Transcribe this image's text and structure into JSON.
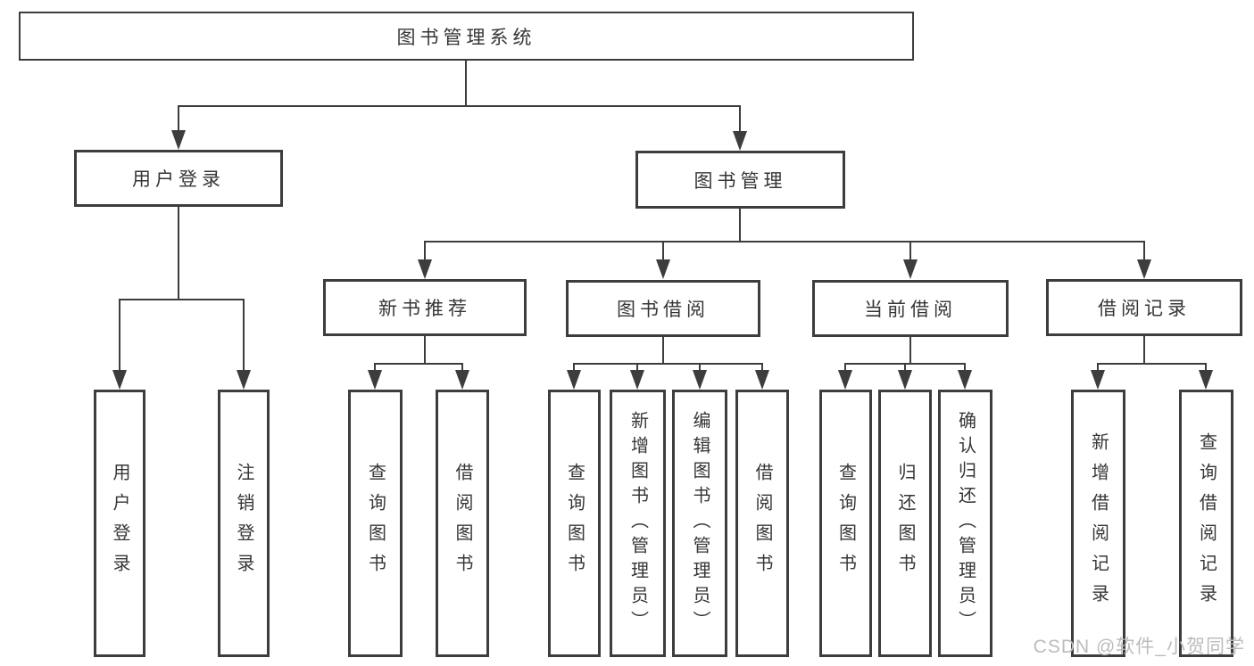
{
  "nodes": {
    "root": "图书管理系统",
    "user_login": "用户登录",
    "book_mgmt": "图书管理",
    "new_book_recommend": "新书推荐",
    "book_borrowing": "图书借阅",
    "current_borrowing": "当前借阅",
    "borrowing_records": "借阅记录",
    "leaf_user_login": "用户登录",
    "leaf_logout": "注销登录",
    "leaf_query_books_a": "查询图书",
    "leaf_borrow_books_a": "借阅图书",
    "leaf_query_books_b": "查询图书",
    "leaf_add_book_admin": "新增图书（管理员）",
    "leaf_edit_book_admin": "编辑图书（管理员）",
    "leaf_borrow_books_b": "借阅图书",
    "leaf_query_books_c": "查询图书",
    "leaf_return_books": "归还图书",
    "leaf_confirm_return_admin": "确认归还（管理员）",
    "leaf_add_borrow_record": "新增借阅记录",
    "leaf_query_borrow_record": "查询借阅记录"
  },
  "watermark": "CSDN @软件_小贺同学",
  "colors": {
    "line": "#3d3d3d",
    "text": "#363636",
    "watermark": "#bcbcbc",
    "background": "#ffffff"
  }
}
